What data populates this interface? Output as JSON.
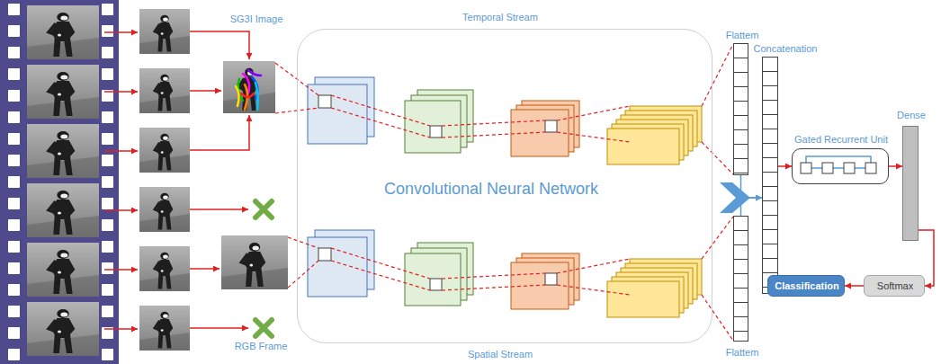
{
  "diagram": {
    "nodes": [
      {
        "text": [
          "SG3I Image"
        ]
      },
      {
        "text": [
          "RGB Frame"
        ]
      },
      {
        "text": [
          "Temporal Stream",
          "Convolutional Neural Network",
          "Spatial Stream"
        ]
      },
      {
        "text": [
          "Flattem"
        ]
      },
      {
        "text": [
          "Flattem"
        ]
      },
      {
        "text": [
          "Concatenation"
        ]
      },
      {
        "text": [
          "Gated Recurrent Unit"
        ]
      },
      {
        "text": [
          "Dense"
        ]
      },
      {
        "text": [
          "Softmax"
        ]
      },
      {
        "text": [
          "Classification"
        ]
      }
    ],
    "edges": [
      {
        "from": 3,
        "to": 5,
        "arrow": "to"
      },
      {
        "from": 4,
        "to": 5,
        "arrow": "to"
      },
      {
        "from": 5,
        "to": 6,
        "arrow": "to"
      },
      {
        "from": 6,
        "to": 7,
        "arrow": "to"
      },
      {
        "from": 7,
        "to": 8,
        "arrow": "to"
      },
      {
        "from": 8,
        "to": 9,
        "arrow": "to"
      }
    ]
  }
}
